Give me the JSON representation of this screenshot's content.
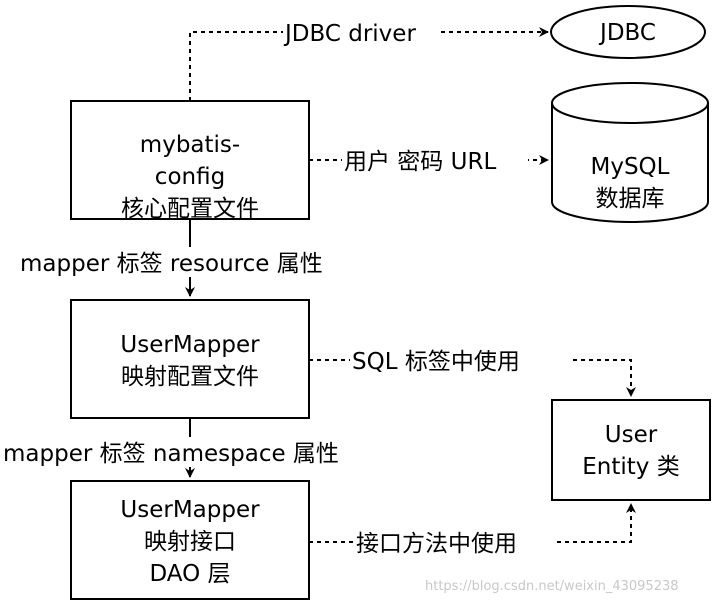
{
  "nodes": {
    "mybatis_config": {
      "lines": [
        "mybatis-",
        "config",
        "核心配置文件"
      ]
    },
    "jdbc": {
      "label": "JDBC"
    },
    "mysql": {
      "lines": [
        "MySQL",
        "数据库"
      ]
    },
    "user_mapper_xml": {
      "lines": [
        "UserMapper",
        "映射配置文件"
      ]
    },
    "user_entity": {
      "lines": [
        "User",
        "Entity 类"
      ]
    },
    "user_mapper_dao": {
      "lines": [
        "UserMapper",
        "映射接口",
        "DAO 层"
      ]
    }
  },
  "edges": {
    "jdbc_driver": "JDBC driver",
    "user_pwd_url": "用户 密码 URL",
    "mapper_resource": "mapper 标签 resource 属性",
    "sql_tag_usage": "SQL 标签中使用",
    "mapper_namespace": "mapper 标签 namespace 属性",
    "interface_method_usage": "接口方法中使用"
  },
  "watermark": "https://blog.csdn.net/weixin_43095238"
}
